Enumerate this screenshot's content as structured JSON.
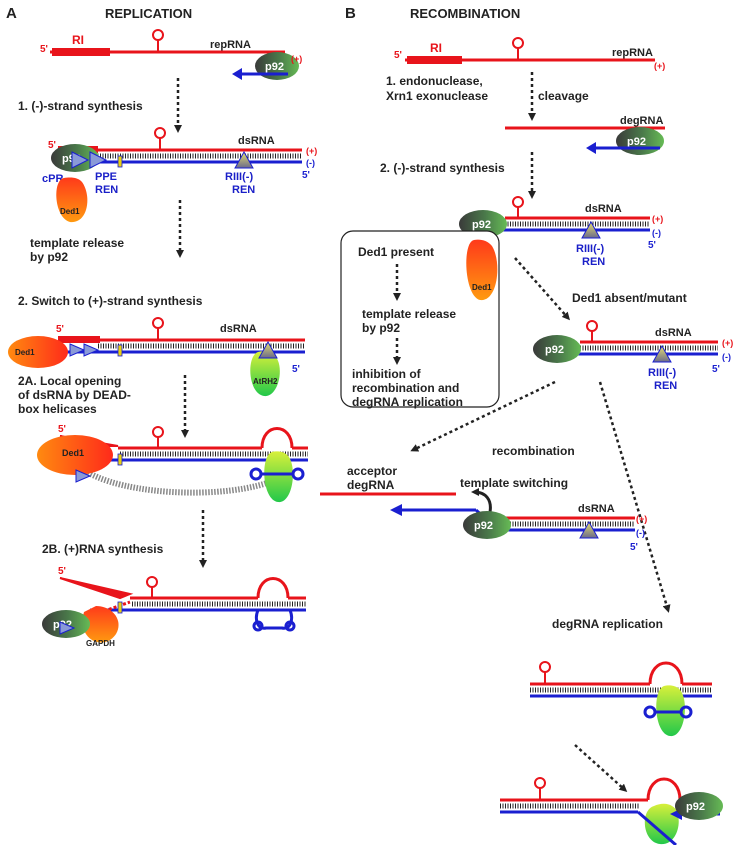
{
  "panel_a": {
    "letter": "A",
    "title": "REPLICATION",
    "step1": "1. (-)-strand synthesis",
    "release": [
      "template release",
      "by p92"
    ],
    "step2": "2. Switch to (+)-strand synthesis",
    "step2a": [
      "2A. Local opening",
      "of dsRNA by DEAD-",
      "box helicases"
    ],
    "step2b": "2B. (+)RNA synthesis"
  },
  "panel_b": {
    "letter": "B",
    "title": "RECOMBINATION",
    "step1": [
      "1. endonuclease,",
      "Xrn1 exonuclease"
    ],
    "cleavage": "cleavage",
    "step2": "2. (-)-strand synthesis",
    "box": {
      "present": "Ded1 present",
      "release": [
        "template release",
        "by p92"
      ],
      "inhibition": [
        "inhibition of",
        "recombination and",
        "degRNA replication"
      ]
    },
    "absent": "Ded1 absent/mutant",
    "recombination": "recombination",
    "switching": "template switching",
    "acceptor": [
      "acceptor",
      "degRNA"
    ],
    "deg_replication": "degRNA replication"
  },
  "labels": {
    "repRNA": "repRNA",
    "degRNA": "degRNA",
    "dsRNA": "dsRNA",
    "RI": "RI",
    "five_prime": "5'",
    "plus": "(+)",
    "minus": "(-)",
    "p92": "p92",
    "ded1": "Ded1",
    "atrh2": "AtRH2",
    "gapdh": "GAPDH",
    "cpr": "cPR",
    "ppe": [
      "PPE",
      "REN"
    ],
    "riii": [
      "RIII(-)",
      "REN"
    ]
  },
  "colors": {
    "plus_strand": "#e8141b",
    "minus_strand": "#1a1fd0",
    "ren_label": "#1a1fc8",
    "text": "#222222"
  }
}
